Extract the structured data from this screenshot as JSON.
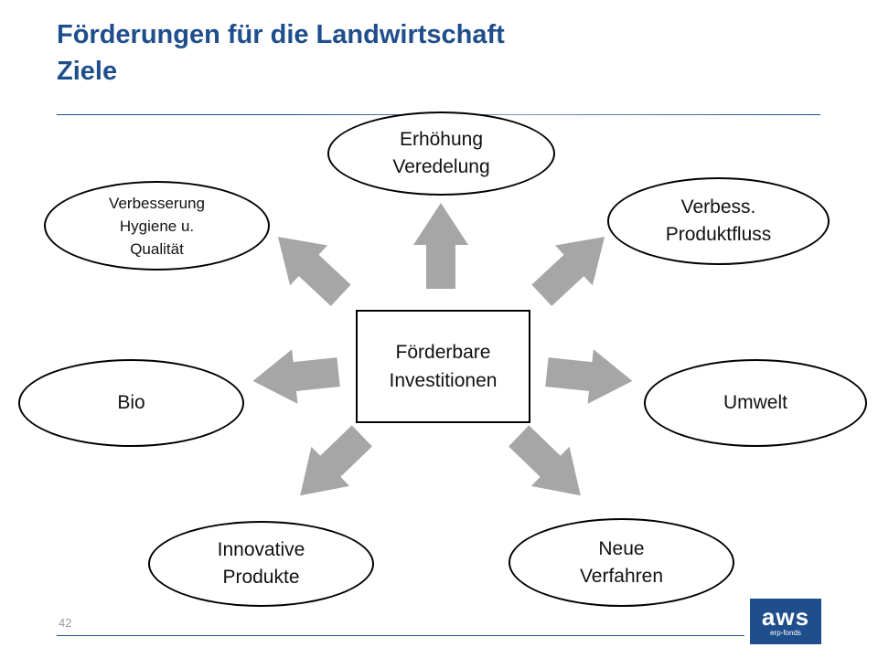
{
  "slide": {
    "title_line1": "Förderungen für die Landwirtschaft",
    "title_line2": "Ziele",
    "page_number": "42"
  },
  "center": {
    "line1": "Förderbare",
    "line2": "Investitionen"
  },
  "goals": {
    "erhoehung": [
      "Erhöhung",
      "Veredelung"
    ],
    "produktfluss": [
      "Verbess.",
      "Produktfluss"
    ],
    "umwelt": [
      "Umwelt"
    ],
    "verfahren": [
      "Neue",
      "Verfahren"
    ],
    "innovative": [
      "Innovative",
      "Produkte"
    ],
    "bio": [
      "Bio"
    ],
    "hygiene": [
      "Verbesserung",
      "Hygiene u.",
      "Qualität"
    ]
  },
  "logo": {
    "main": "aws",
    "sub": "erp-fonds"
  },
  "colors": {
    "title": "#1f4e8c",
    "arrow": "#a6a6a6",
    "rule": "#1f4e8c",
    "logo_bg": "#1f4e8c"
  }
}
